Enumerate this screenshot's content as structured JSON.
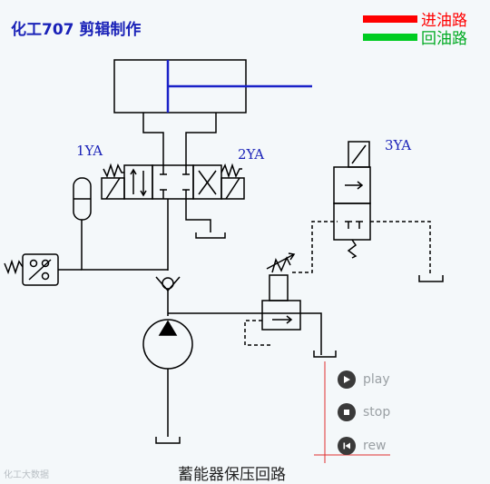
{
  "header": {
    "brand": "化工707 剪辑制作"
  },
  "legend": {
    "items": [
      {
        "label": "进油路",
        "color": "#ff0000"
      },
      {
        "label": "回油路",
        "color": "#00cc22"
      }
    ]
  },
  "labels": {
    "coil_1": "1YA",
    "coil_2": "2YA",
    "coil_3": "3YA"
  },
  "colors": {
    "line": "#000000",
    "piston_rod": "#1a22c8",
    "accent_red": "#e03030"
  },
  "controls": [
    {
      "label": "play",
      "icon": "play-icon"
    },
    {
      "label": "stop",
      "icon": "stop-icon"
    },
    {
      "label": "rew",
      "icon": "rewind-icon"
    }
  ],
  "caption": "蓄能器保压回路",
  "watermark": "化工大数据"
}
